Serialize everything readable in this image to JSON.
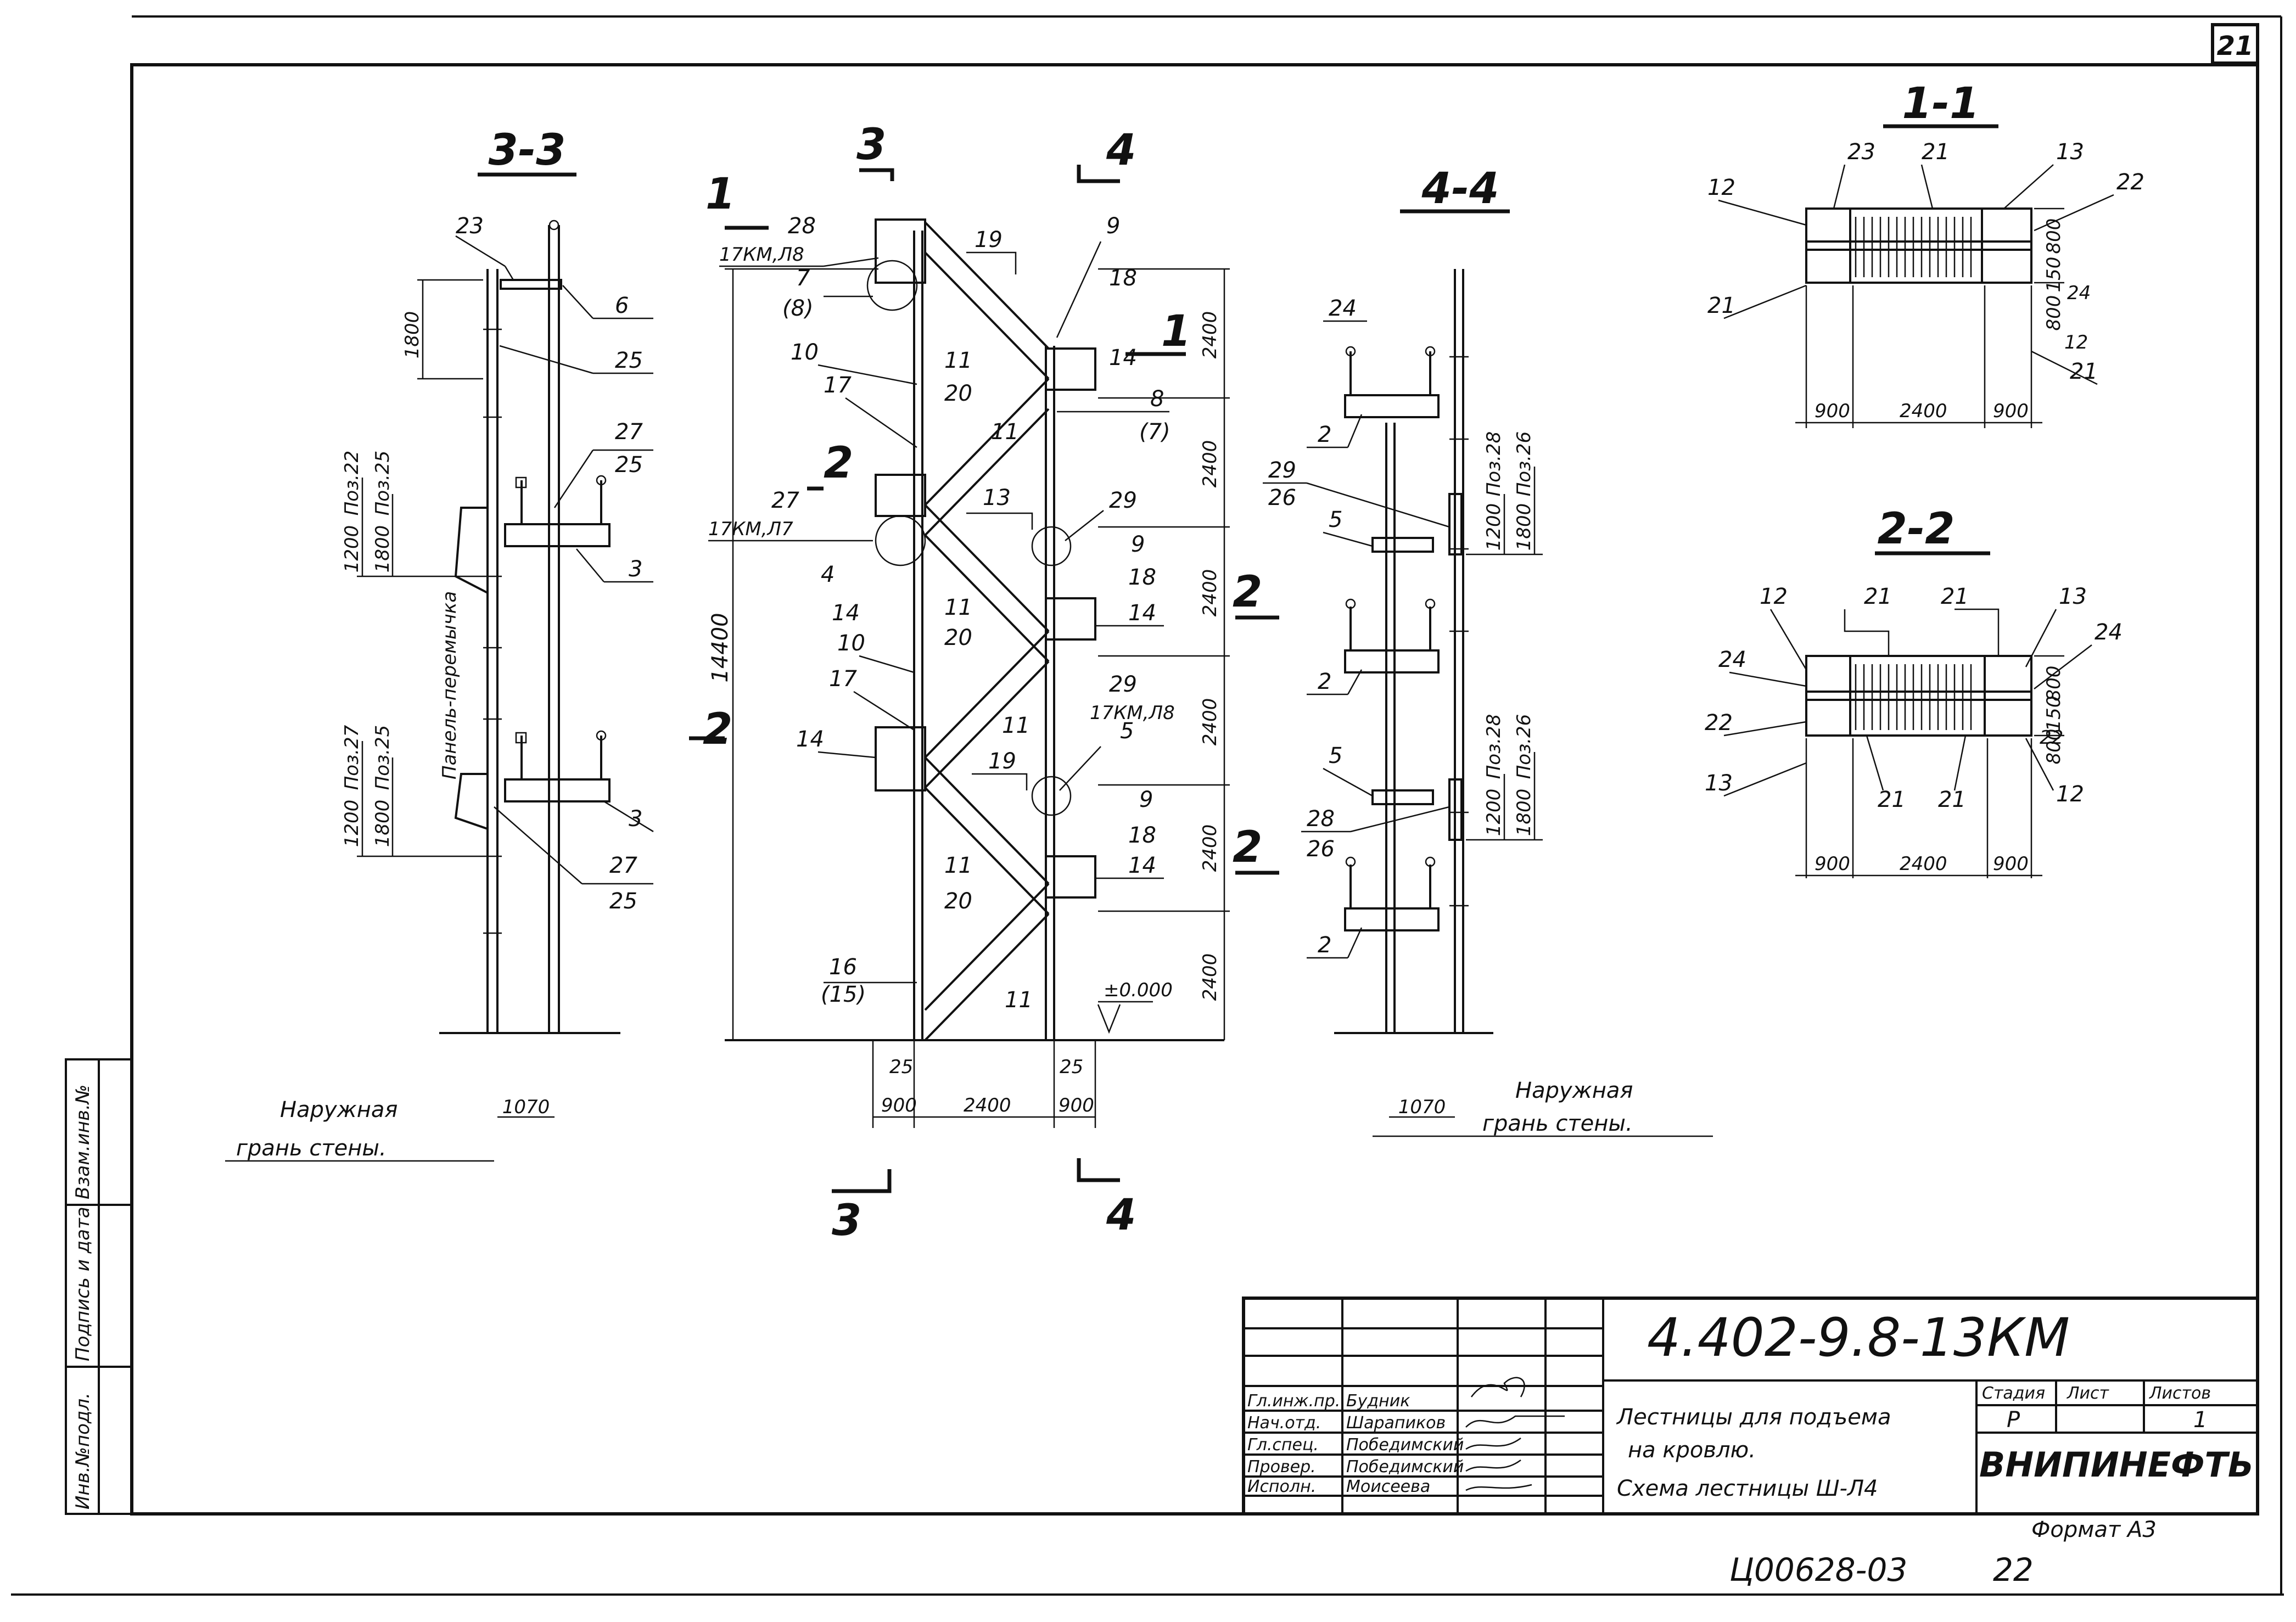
{
  "sheet": {
    "number": "21",
    "footer_code": "Ц00628-03",
    "footer_num": "22",
    "format": "Формат А3"
  },
  "titleblock": {
    "doc_code": "4.402-9.8-13КМ",
    "title_lines": [
      "Лестницы для подъема",
      "на кровлю.",
      "Схема лестницы Ш-Л4"
    ],
    "stage_label": "Стадия",
    "stage": "Р",
    "sheet_label": "Лист",
    "sheet": "",
    "sheets_label": "Листов",
    "sheets": "1",
    "org": "ВНИПИНЕФТЬ",
    "signatures": [
      {
        "role": "Гл.инж.пр.",
        "name": "Будник"
      },
      {
        "role": "Нач.отд.",
        "name": "Шарапиков"
      },
      {
        "role": "Гл.спец.",
        "name": "Победимский"
      },
      {
        "role": "Провер.",
        "name": "Победимский"
      },
      {
        "role": "Исполн.",
        "name": "Моисеева"
      }
    ]
  },
  "left_strip": {
    "items": [
      "Инв.№подл.",
      "Подпись и дата",
      "Взам.инв.№"
    ]
  },
  "sections": {
    "s33": {
      "title": "3-3",
      "labels": [
        "23",
        "6",
        "25",
        "27",
        "25",
        "3",
        "3",
        "27",
        "25"
      ],
      "dims": [
        "1800",
        "1200",
        "1800",
        "1200",
        "1800"
      ],
      "pos_labels": [
        "Поз.22",
        "Поз.25",
        "Поз.27",
        "Поз.25"
      ],
      "panel_label": "Панель-перемычка",
      "dim_bottom": "1070",
      "wall_note": [
        "Наружная",
        "грань стены."
      ]
    },
    "main": {
      "cut_marks": [
        "3",
        "4",
        "1",
        "1",
        "2",
        "2",
        "2",
        "2",
        "3",
        "4"
      ],
      "labels": [
        "28",
        "7",
        "(8)",
        "10",
        "17",
        "27",
        "4",
        "14",
        "10",
        "17",
        "14",
        "16",
        "(15)",
        "19",
        "11",
        "20",
        "11",
        "13",
        "11",
        "20",
        "19",
        "11",
        "20",
        "11",
        "9",
        "18",
        "14",
        "8",
        "(7)",
        "29",
        "9",
        "18",
        "14",
        "29",
        "5",
        "9",
        "18",
        "14"
      ],
      "notes": [
        "17КМ,Л8",
        "17КМ,Л7",
        "17КМ,Л8"
      ],
      "height": "14400",
      "level_heights": [
        "2400",
        "2400",
        "2400",
        "2400",
        "2400",
        "2400"
      ],
      "level": "±0.000",
      "dims_bottom": [
        "25",
        "25",
        "900",
        "2400",
        "900"
      ]
    },
    "s44": {
      "title": "4-4",
      "labels": [
        "24",
        "2",
        "29",
        "26",
        "5",
        "2",
        "5",
        "28",
        "26",
        "2"
      ],
      "dims": [
        "1200",
        "1800",
        "1200",
        "1800"
      ],
      "pos_labels": [
        "Поз.28",
        "Поз.26",
        "Поз.28",
        "Поз.26"
      ],
      "dim_bottom": "1070",
      "wall_note": [
        "Наружная",
        "грань стены."
      ]
    },
    "s11": {
      "title": "1-1",
      "labels": [
        "12",
        "23",
        "21",
        "13",
        "22",
        "21",
        "24",
        "12",
        "21"
      ],
      "dims_side": [
        "800",
        "150",
        "800"
      ],
      "dims_bottom": [
        "900",
        "2400",
        "900"
      ]
    },
    "s22": {
      "title": "2-2",
      "labels": [
        "12",
        "21",
        "21",
        "13",
        "24",
        "24",
        "22",
        "22",
        "13",
        "21",
        "21",
        "12"
      ],
      "dims_side": [
        "800",
        "150",
        "800"
      ],
      "dims_bottom": [
        "900",
        "2400",
        "900"
      ]
    }
  }
}
